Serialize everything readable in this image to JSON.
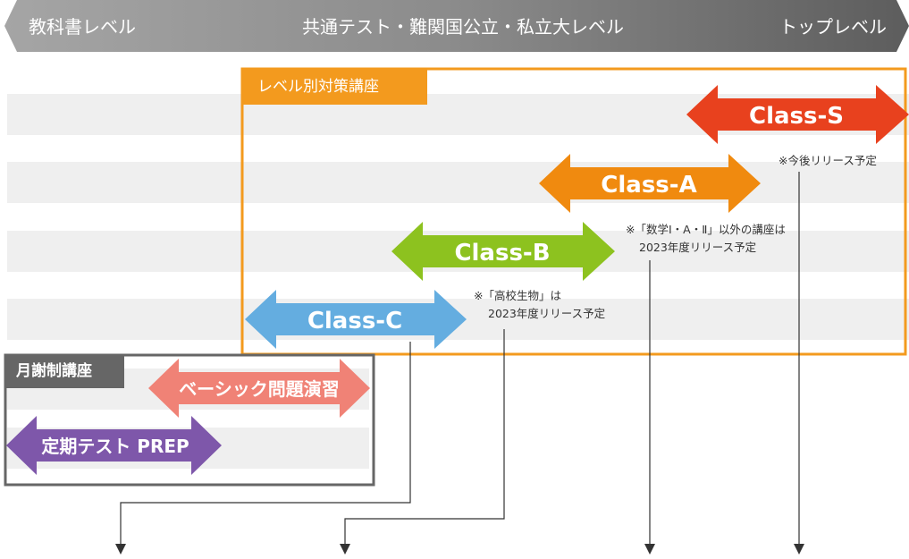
{
  "level_bar": {
    "left_label": "教科書レベル",
    "center_label": "共通テスト・難関国公立・私立大レベル",
    "right_label": "トップレベル"
  },
  "level_course_group": {
    "title": "レベル別対策講座",
    "border_color": "#f39a1e"
  },
  "monthly_course_group": {
    "title": "月謝制講座",
    "border_color": "#666666"
  },
  "courses": {
    "class_s": {
      "label": "Class-S",
      "color": "#e8411e"
    },
    "class_a": {
      "label": "Class-A",
      "color": "#f08a0f"
    },
    "class_b": {
      "label": "Class-B",
      "color": "#8dc21f"
    },
    "class_c": {
      "label": "Class-C",
      "color": "#64ade0"
    },
    "basic_drill": {
      "label": "ベーシック問題演習",
      "color": "#f08276"
    },
    "prep": {
      "label": "定期テスト PREP",
      "color": "#7e57aa"
    }
  },
  "notes": {
    "class_s": "※今後リリース予定",
    "class_a_line1": "※「数学Ⅰ・A・Ⅱ」以外の講座は",
    "class_a_line2": "2023年度リリース予定",
    "class_b_line1": "※「高校生物」は",
    "class_b_line2": "2023年度リリース予定"
  }
}
